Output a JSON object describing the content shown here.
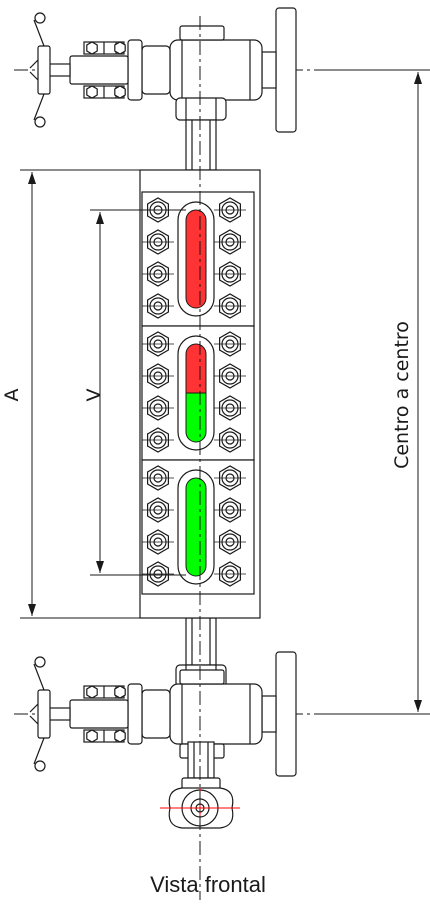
{
  "labels": {
    "dim_a": "A",
    "dim_v": "V",
    "center_to_center": "Centro a centro",
    "caption": "Vista frontal"
  },
  "colors": {
    "line": "#1a1a1a",
    "liquid": "#00ff00",
    "vapor": "#ff3333",
    "centerline_accent": "#ff0000"
  },
  "sections": [
    {
      "name": "upper",
      "fill": "vapor"
    },
    {
      "name": "middle",
      "fill": "interface"
    },
    {
      "name": "lower",
      "fill": "liquid"
    }
  ]
}
